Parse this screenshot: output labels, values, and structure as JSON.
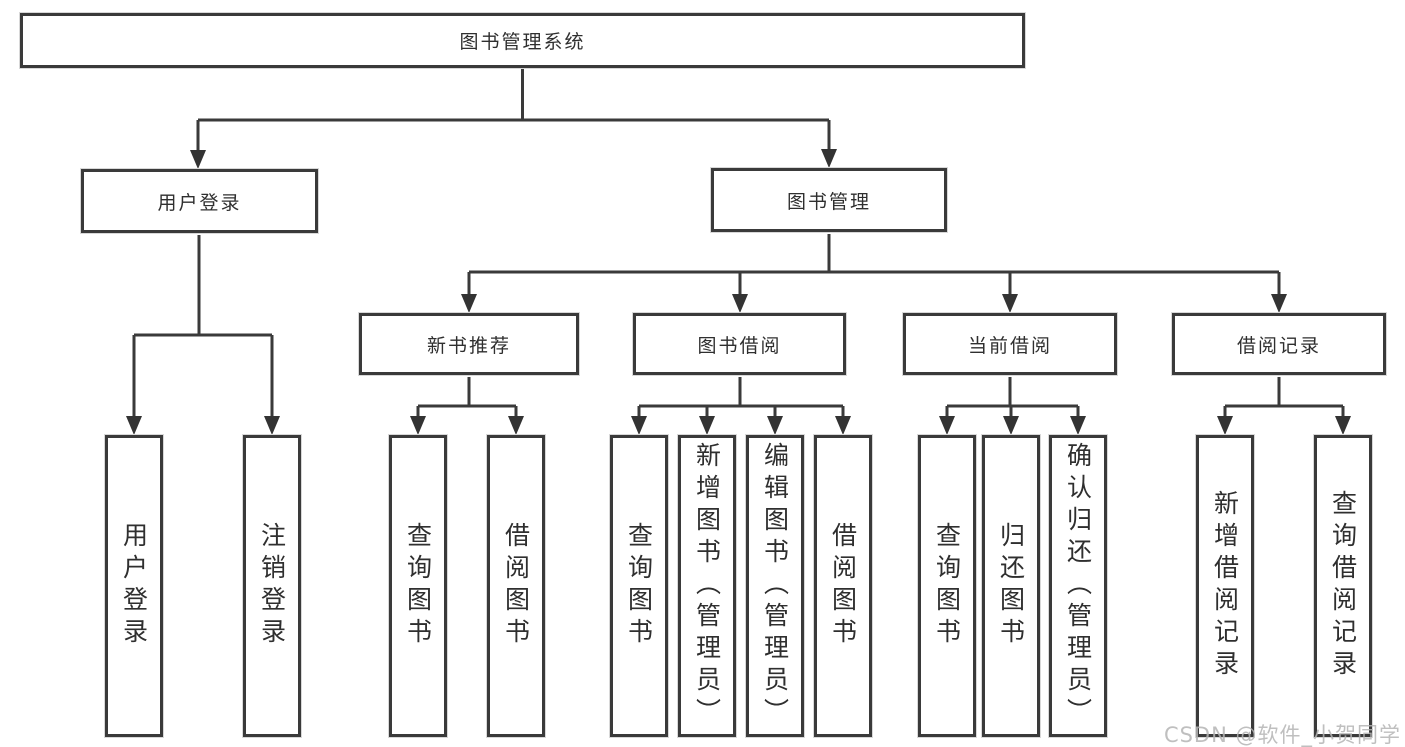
{
  "diagram": {
    "root": "图书管理系统",
    "branches": [
      {
        "label": "用户登录",
        "children": [
          "用户登录",
          "注销登录"
        ]
      },
      {
        "label": "图书管理",
        "sections": [
          {
            "label": "新书推荐",
            "children": [
              "查询图书",
              "借阅图书"
            ]
          },
          {
            "label": "图书借阅",
            "children": [
              "查询图书",
              "新增图书（管理员）",
              "编辑图书（管理员）",
              "借阅图书"
            ]
          },
          {
            "label": "当前借阅",
            "children": [
              "查询图书",
              "归还图书",
              "确认归还（管理员）"
            ]
          },
          {
            "label": "借阅记录",
            "children": [
              "新增借阅记录",
              "查询借阅记录"
            ]
          }
        ]
      }
    ]
  },
  "watermark": "CSDN @软件_小贺同学",
  "colors": {
    "line": "#3a3a3a",
    "text": "#2f2f2f",
    "background": "#ffffff",
    "watermark": "#b5b5b5"
  }
}
